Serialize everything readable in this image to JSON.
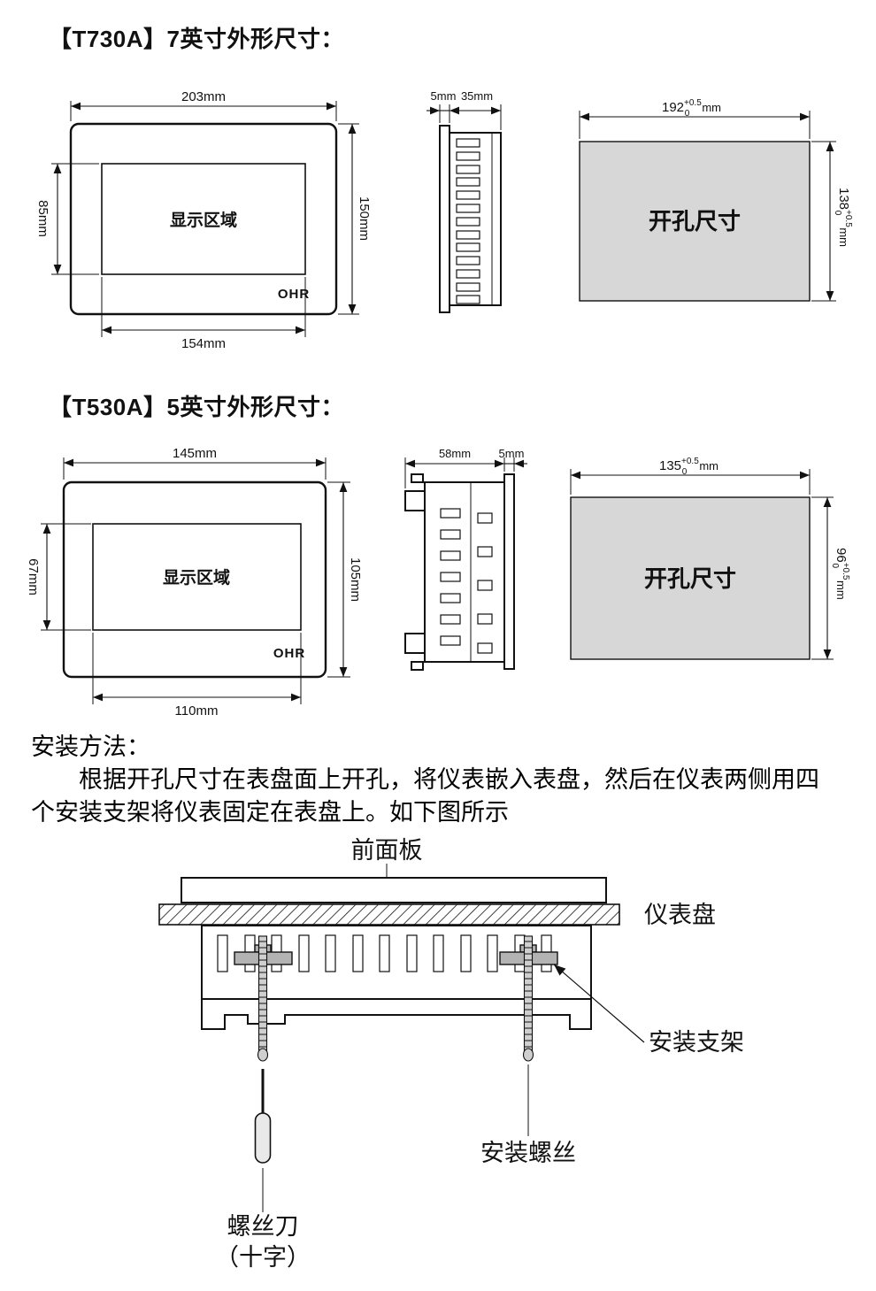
{
  "section1": {
    "title": "【T730A】7英寸外形尺寸：",
    "front": {
      "width_dim": "203mm",
      "display_height_dim": "85mm",
      "height_dim": "150mm",
      "display_width_dim": "154mm",
      "display_label": "显示区域",
      "brand": "OHR"
    },
    "side": {
      "flange_dim": "5mm",
      "depth_dim": "35mm"
    },
    "cutout": {
      "label": "开孔尺寸",
      "width_base": "192",
      "width_tol_upper": "+0.5",
      "width_tol_lower": "0",
      "width_unit": "mm",
      "height_base": "138",
      "height_tol_upper": "+0.5",
      "height_tol_lower": "0",
      "height_unit": "mm"
    }
  },
  "section2": {
    "title": "【T530A】5英寸外形尺寸：",
    "front": {
      "width_dim": "145mm",
      "display_height_dim": "67mm",
      "height_dim": "105mm",
      "display_width_dim": "110mm",
      "display_label": "显示区域",
      "brand": "OHR"
    },
    "side": {
      "depth_dim": "58mm",
      "flange_dim": "5mm"
    },
    "cutout": {
      "label": "开孔尺寸",
      "width_base": "135",
      "width_tol_upper": "+0.5",
      "width_tol_lower": "0",
      "width_unit": "mm",
      "height_base": "96",
      "height_tol_upper": "+0.5",
      "height_tol_lower": "0",
      "height_unit": "mm"
    }
  },
  "install": {
    "heading": "安装方法：",
    "para_line1": "根据开孔尺寸在表盘面上开孔，将仪表嵌入表盘，然后在仪表两侧用四",
    "para_line2": "个安装支架将仪表固定在表盘上。如下图所示",
    "front_panel_label": "前面板",
    "instrument_panel_label": "仪表盘",
    "bracket_label": "安装支架",
    "screw_label": "安装螺丝",
    "screwdriver_label_1": "螺丝刀",
    "screwdriver_label_2": "（十字）"
  },
  "colors": {
    "cutout_fill": "#d7d7d7",
    "bracket_fill": "#b3b3b3",
    "screw_fill": "#cfcfcf"
  }
}
